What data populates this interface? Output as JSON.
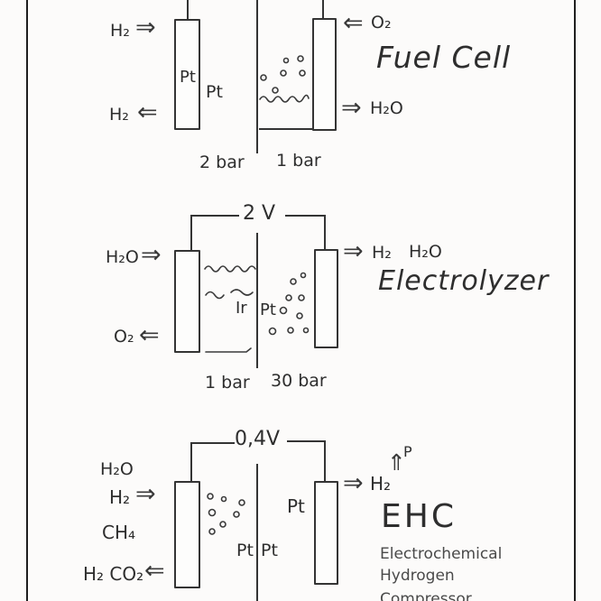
{
  "ink": "#343434",
  "fuel_cell": {
    "title": "Fuel Cell",
    "h2_in": "H₂",
    "h2_in_arrow": "⇒",
    "h2_out": "H₂",
    "h2_out_arrow": "⇐",
    "o2_in_arrow": "⇐",
    "o2_in": "O₂",
    "h2o_out_arrow": "⇒",
    "h2o_out": "H₂O",
    "anode_catalyst": "Pt",
    "membrane_catalyst": "Pt",
    "pressure_left": "2 bar",
    "pressure_right": "1 bar"
  },
  "electrolyzer": {
    "title": "Electrolyzer",
    "voltage": "2 V",
    "h2o_in": "H₂O",
    "h2o_in_arrow": "⇒",
    "o2_out": "O₂",
    "o2_out_arrow": "⇐",
    "outlet_arrow": "⇒",
    "outlet_h2": "H₂",
    "outlet_h2o": "H₂O",
    "anode_catalyst": "Ir",
    "cathode_catalyst": "Pt",
    "pressure_left": "1 bar",
    "pressure_right": "30 bar"
  },
  "ehc": {
    "title": "EHC",
    "subtitle": [
      "Electrochemical",
      "Hydrogen",
      "Compressor"
    ],
    "voltage": "0,4V",
    "feed_h2o": "H₂O",
    "feed_h2": "H₂",
    "feed_arrow": "⇒",
    "feed_ch4": "CH₄",
    "retentate": "H₂ CO₂",
    "retentate_arrow": "⇐",
    "outlet_arrow": "⇒",
    "outlet_h2": "H₂",
    "pressure_up_arrow": "⇑",
    "pressure_symbol": "P",
    "cathode_catalyst": "Pt",
    "membrane_catalyst_left": "Pt",
    "membrane_catalyst_right": "Pt"
  }
}
